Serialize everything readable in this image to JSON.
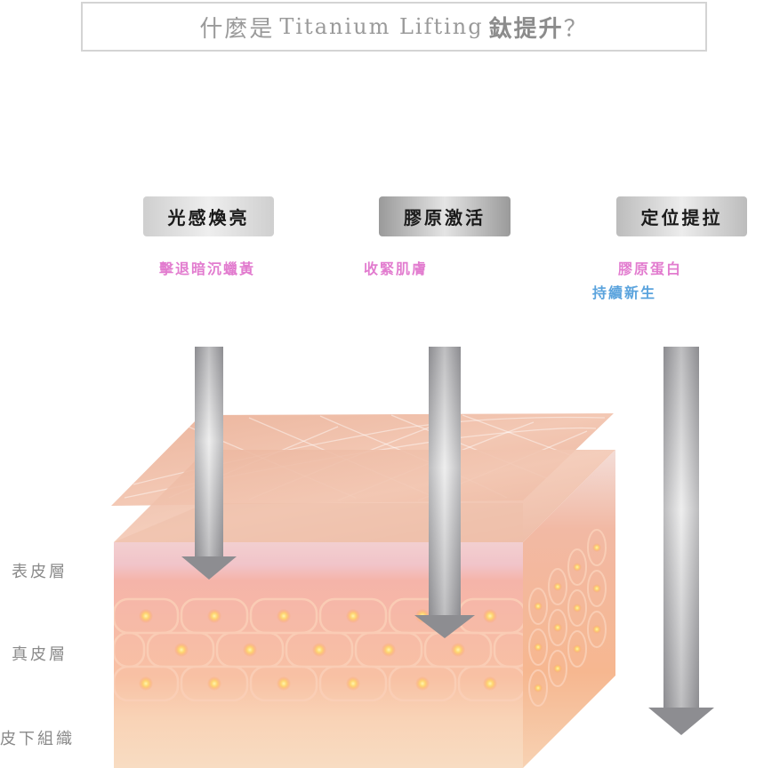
{
  "title": {
    "prefix": "什麼是",
    "latin": "Titanium Lifting",
    "strong": "鈦提升",
    "suffix": "？"
  },
  "benefits": [
    {
      "tag": "光感煥亮",
      "lines": [
        "擊退暗沉蠟黃"
      ]
    },
    {
      "tag": "膠原激活",
      "lines": [
        "收緊肌膚"
      ]
    },
    {
      "tag": "定位提拉",
      "lines": [
        "膠原蛋白",
        "持續新生"
      ]
    }
  ],
  "layers": [
    "表皮層",
    "真皮層",
    "皮下組織"
  ],
  "colors": {
    "pink_text": "#e27ccf",
    "blue_text": "#5aa3dd",
    "skin_top": "#f0c2a8",
    "dermis": "#f7b89c",
    "subcutis": "#f9d9bf"
  }
}
